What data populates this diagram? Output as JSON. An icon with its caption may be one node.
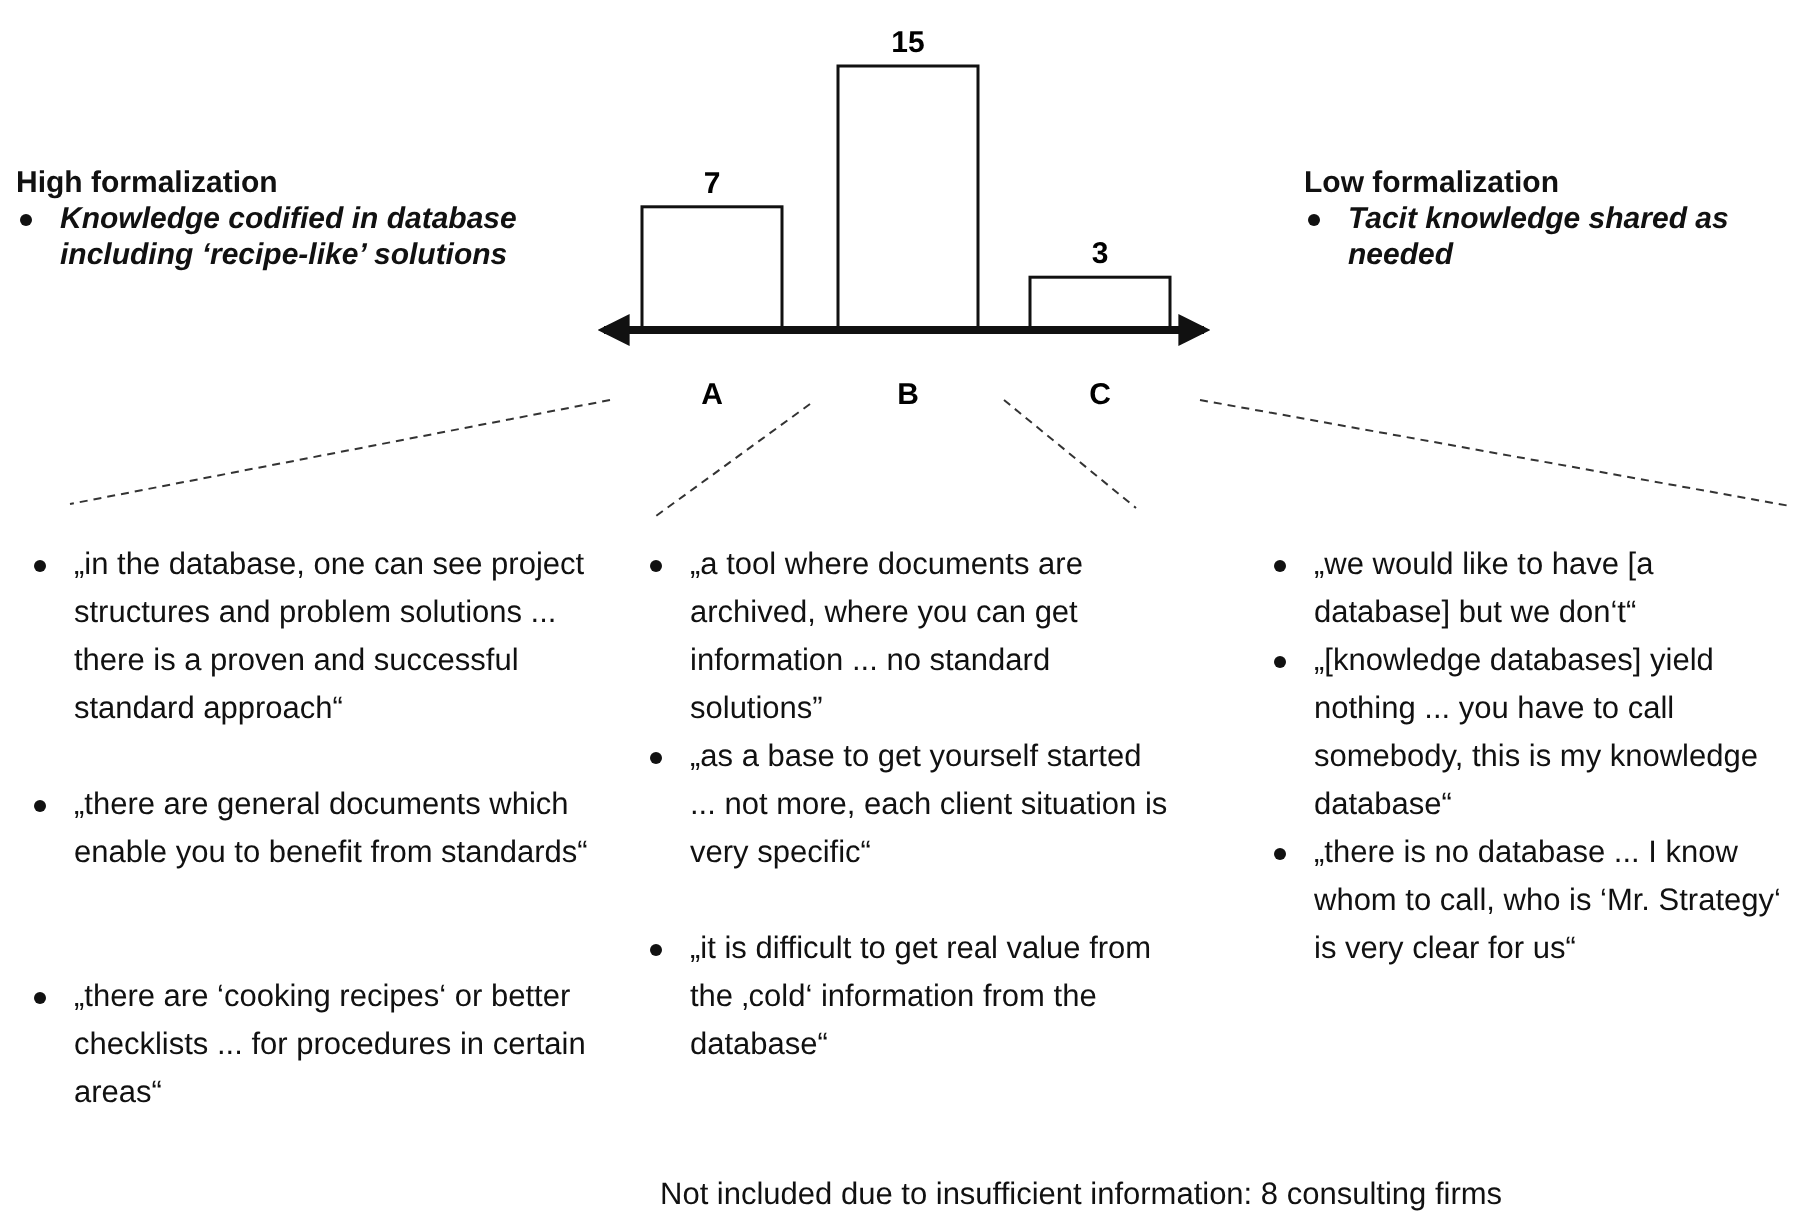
{
  "diagram": {
    "labels": [
      "High formalization",
      "Knowledge codified in database including ‘recipe-like’ solutions",
      "Low formalization",
      "Tacit knowledge shared as needed",
      "„in the database, one can see project structures and problem solutions ... there is a proven and successful standard approach“",
      "„there are general documents which enable you to benefit from standards“",
      "„there are ‘cooking recipes‘ or better checklists ... for procedures in certain areas“",
      "„a tool where documents are archived, where you can get information ... no standard solutions”",
      "„as a base to get yourself started ... not more, each client situation is very specific“",
      "„it is difficult to get real value from the ‚cold‘ information from the database“",
      "„we would like to have [a database] but we don‘t“",
      "„[knowledge databases] yield nothing ... you have to call somebody, this is my knowledge database“",
      "„there is no database ... I know whom to call, who is ‘Mr. Strategy‘ is very clear for us“",
      "Not included due to insufficient information:  8 consulting firms"
    ],
    "chart_data": {
      "type": "bar",
      "categories": [
        "A",
        "B",
        "C"
      ],
      "values": [
        7,
        15,
        3
      ],
      "data_labels": true
    }
  }
}
